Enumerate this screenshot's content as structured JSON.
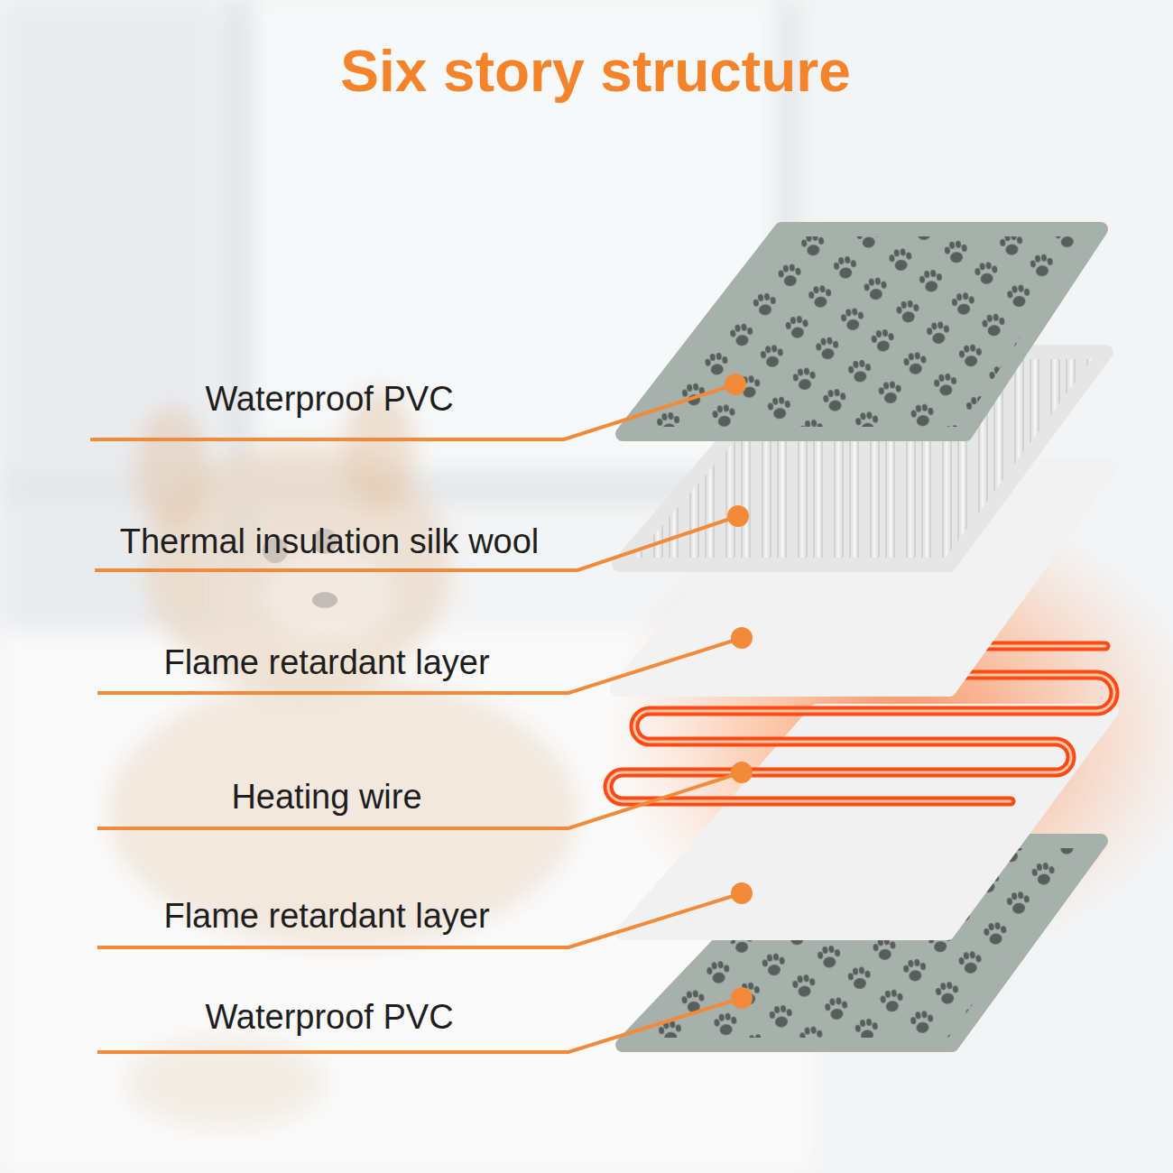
{
  "diagram": {
    "title": "Six story structure",
    "labels": [
      "Waterproof PVC",
      "Thermal insulation silk wool",
      "Flame retardant layer",
      "Heating wire",
      "Flame retardant layer",
      "Waterproof PVC"
    ]
  }
}
